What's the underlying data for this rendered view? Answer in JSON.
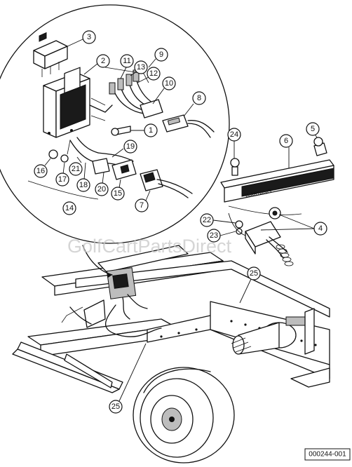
{
  "watermark": "GolfCartPartsDirect",
  "figure_id": "000244-001",
  "warning_label": "WARNING",
  "callouts": [
    "1",
    "2",
    "3",
    "4",
    "5",
    "6",
    "7",
    "8",
    "9",
    "10",
    "11",
    "12",
    "13",
    "14",
    "15",
    "16",
    "17",
    "18",
    "19",
    "20",
    "21",
    "22",
    "23",
    "24",
    "25",
    "25"
  ],
  "parts": {
    "p1": "screw",
    "p2": "switch-housing",
    "p3": "reverse-buzzer-switch",
    "p4": "nut-and-buzzer-assembly",
    "p5": "screw-cap",
    "p6": "warning-decal",
    "p7": "connector-plug",
    "p8": "connector-socket",
    "p9": "wire-set",
    "p14": "wire-harness-group",
    "p25": "wire-tie"
  }
}
